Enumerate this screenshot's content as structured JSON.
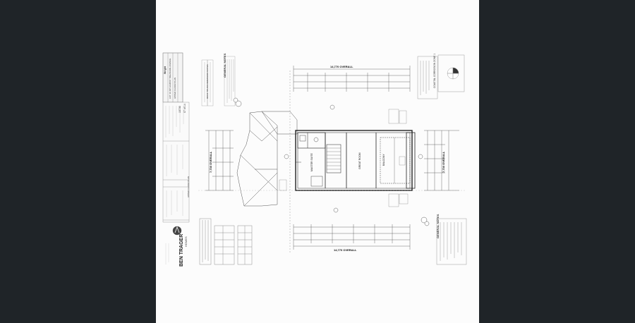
{
  "viewer": {
    "background": "#1f2428",
    "sheet_background": "#fcfcfc"
  },
  "drawing": {
    "top_overall_dimension": "14,770 OVERALL",
    "bottom_overall_dimension": "14,770 OVERALL",
    "left_overall_dimension": "7,730 OVERALL",
    "right_overall_dimension": "7,730 OVERALL",
    "rooms": {
      "master_suite": "MASTER SUITE",
      "great_room": "GREAT ROOM",
      "balcony": "BALCONY"
    },
    "general_notes_left": "GENERAL NOTES",
    "general_notes_right": "GENERAL NOTES",
    "coastal_zone_title": "COASTAL CORROSION ZONE 1",
    "roof_truss_notes": "ROOF TRUSS DIMENSION NOTES",
    "upper_floor_plan": "UPPER FLOOR PLAN",
    "builder_name": "BEN TRAGER",
    "builder_sub": "HOMES",
    "title_block": {
      "client": "Wright",
      "job_no": "15730",
      "sheet_no": "07 of 14",
      "address_line": "LOT 16 DP 1234567 TREASURE AVENUE",
      "drawing_title": "UPPER FLOOR PLAN"
    }
  }
}
